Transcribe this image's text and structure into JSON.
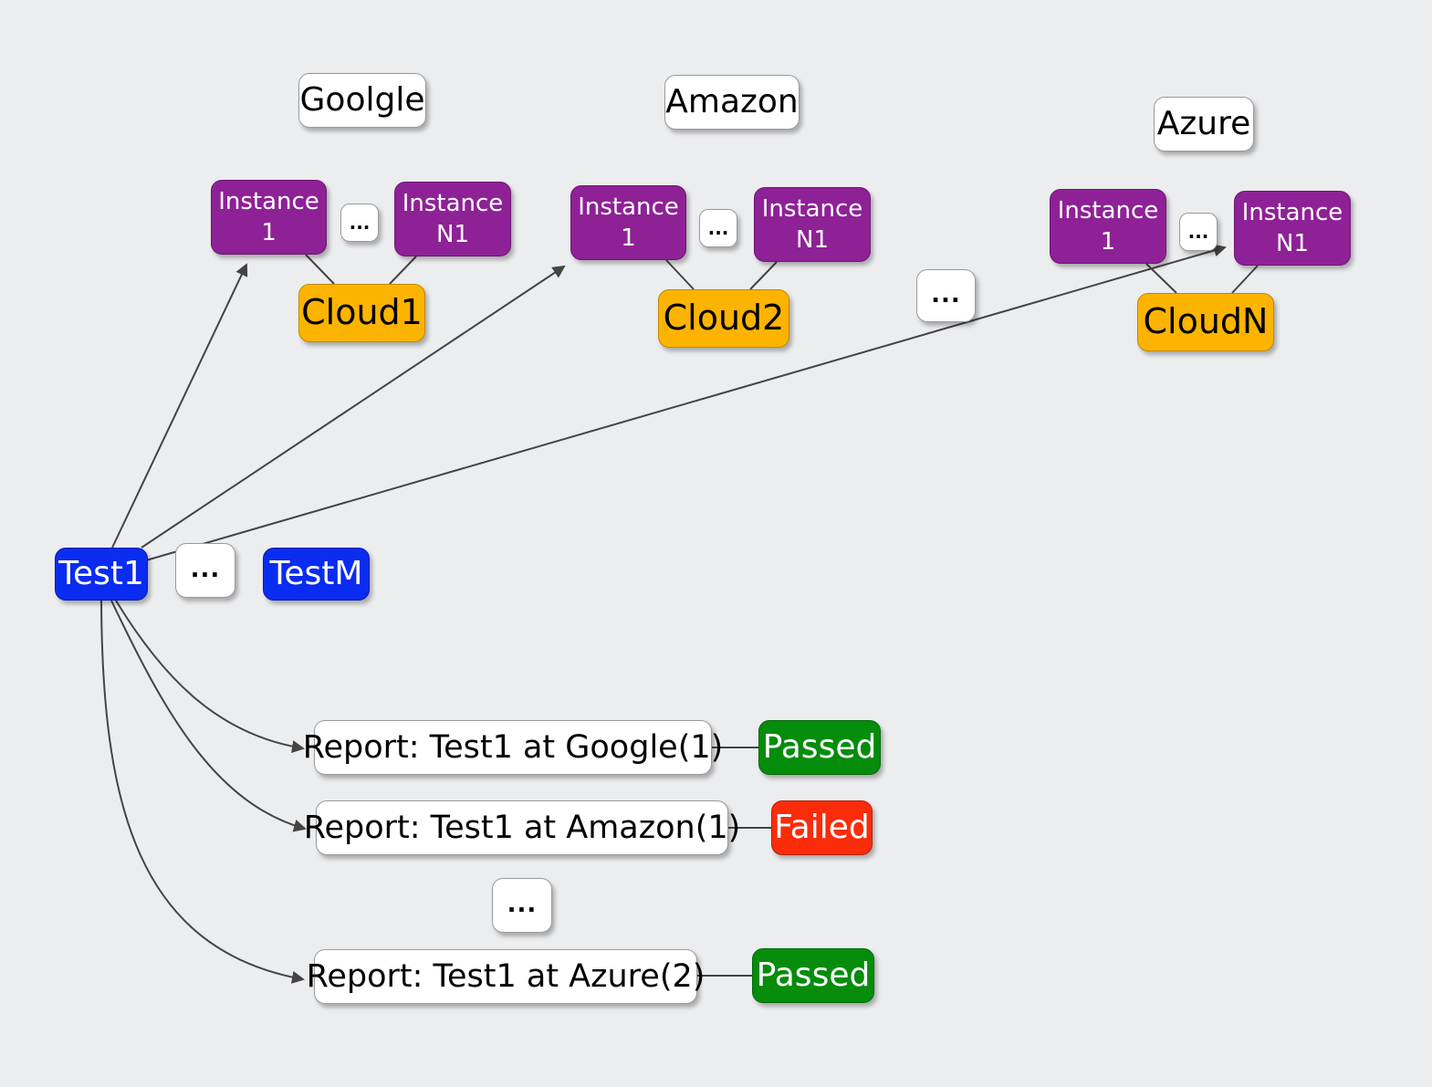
{
  "providers": {
    "google": "Goolgle",
    "amazon": "Amazon",
    "azure": "Azure"
  },
  "instances": {
    "first": "Instance 1",
    "last": "Instance N1"
  },
  "clouds": {
    "cloud1": "Cloud1",
    "cloud2": "Cloud2",
    "cloudn": "CloudN"
  },
  "tests": {
    "test1": "Test1",
    "testm": "TestM"
  },
  "ellipsis": "...",
  "reports": [
    {
      "label": "Report: Test1 at Google(1)",
      "status": "Passed"
    },
    {
      "label": "Report: Test1 at Amazon(1)",
      "status": "Failed"
    },
    {
      "label": "Report: Test1 at Azure(2)",
      "status": "Passed"
    }
  ],
  "colors": {
    "instance": "#8e2196",
    "cloud": "#fcb400",
    "test": "#0a2cf0",
    "passed": "#058c0b",
    "failed": "#fa2c0a",
    "edge": "#444444"
  }
}
